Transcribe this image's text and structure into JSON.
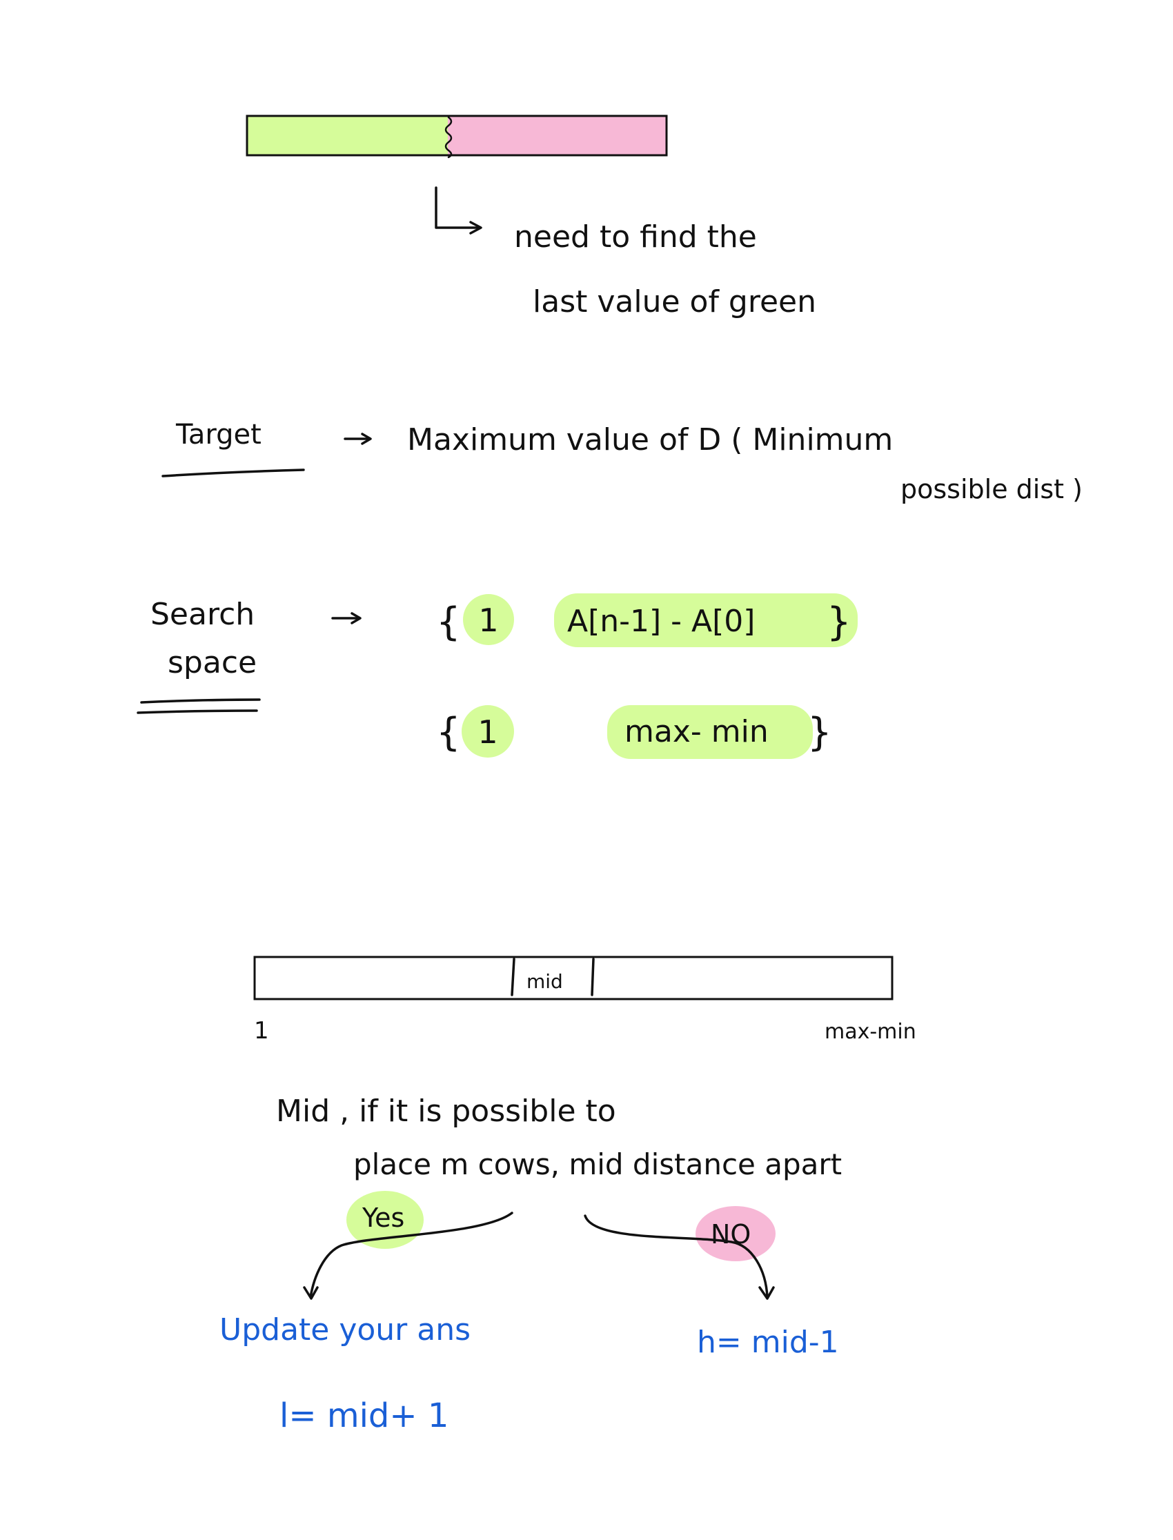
{
  "colors": {
    "green": "#d6fc9a",
    "pink": "#f7b8d6",
    "ink": "#111111",
    "blue": "#1a5fd6"
  },
  "top_bar": {
    "note_line1": "need to find the",
    "note_line2": "last value of green"
  },
  "target": {
    "label": "Target",
    "text_line1": "Maximum value of D ( Minimum",
    "text_line2": "possible dist )"
  },
  "search_space": {
    "label_line1": "Search",
    "label_line2": "space",
    "row1_open": "{",
    "row1_low": "1",
    "row1_high": "A[n-1] - A[0]",
    "row1_close": "}",
    "row2_open": "{",
    "row2_low": "1",
    "row2_high": "max- min",
    "row2_close": "}"
  },
  "range_bar": {
    "mid_label": "mid",
    "left_label": "1",
    "right_label": "max-min"
  },
  "condition": {
    "line1": "Mid , if it is possible to",
    "line2": "place m cows, mid distance apart",
    "yes": "Yes",
    "no": "NO"
  },
  "outcomes": {
    "yes_line1": "Update your ans",
    "yes_line2": "l= mid+ 1",
    "no_line1": "h= mid-1"
  }
}
